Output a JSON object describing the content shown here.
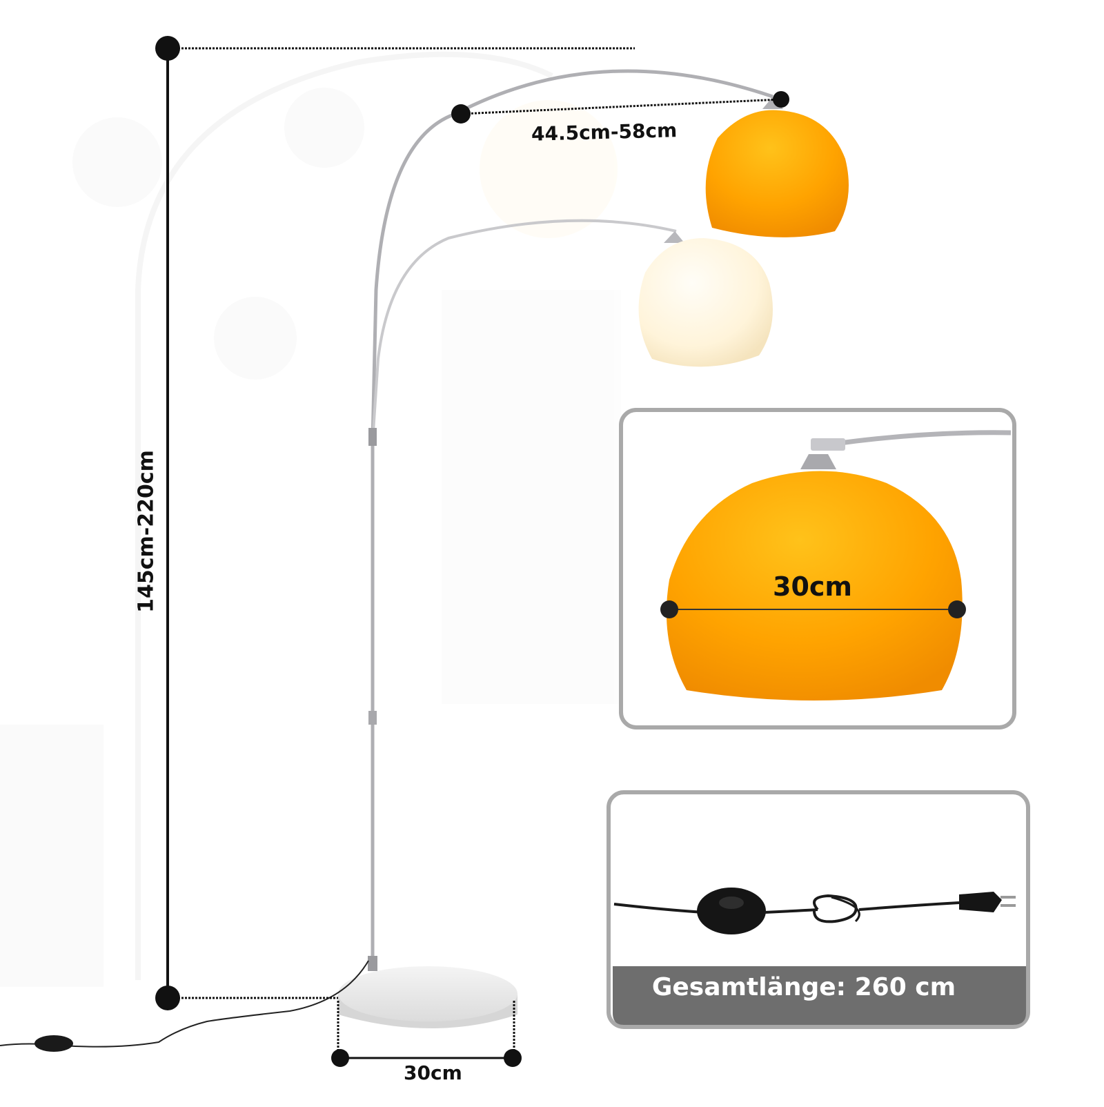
{
  "dimensions": {
    "height_range": "145cm-220cm",
    "arm_range": "44.5cm-58cm",
    "base_diameter": "30cm",
    "shade_diameter": "30cm",
    "cable_length": "Gesamtlänge: 260 cm"
  },
  "colors": {
    "shade_orange": "#FFA500",
    "shade_light": "#FFF6E2",
    "chrome": "#B8B8BC",
    "marble": "#E8E8E8",
    "marker": "#111111",
    "panel_border": "#A9A9A9",
    "cable_bar": "#6E6E6E"
  }
}
